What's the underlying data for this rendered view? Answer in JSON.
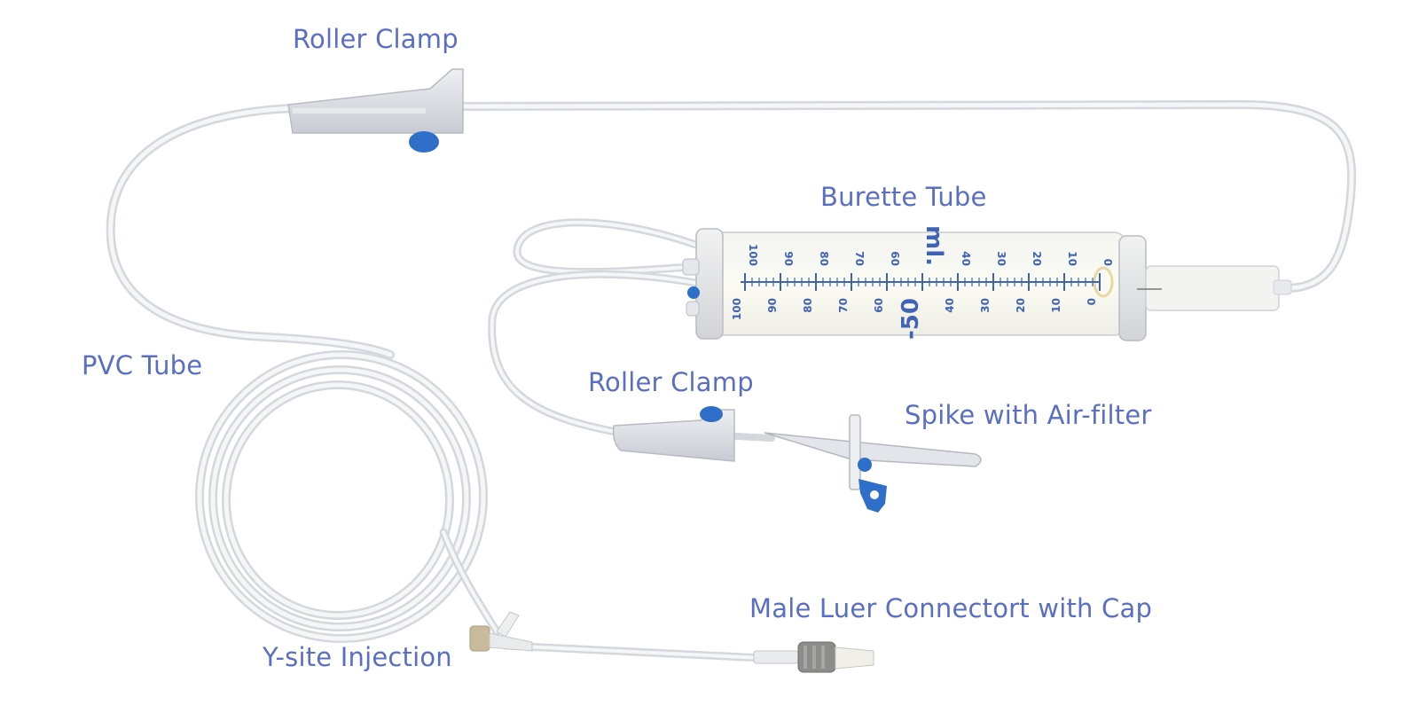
{
  "labels": {
    "roller_clamp_top": "Roller Clamp",
    "burette_tube": "Burette Tube",
    "pvc_tube": "PVC Tube",
    "roller_clamp_mid": "Roller Clamp",
    "spike": "Spike with Air-filter",
    "male_luer": "Male Luer Connectort with Cap",
    "y_site": "Y-site Injection"
  },
  "burette_scale": {
    "top_numbers": [
      "100",
      "90",
      "80",
      "70",
      "60",
      "ml.",
      "40",
      "30",
      "20",
      "10",
      "0"
    ],
    "bottom_numbers": [
      "100",
      "90",
      "80",
      "70",
      "60",
      "-50",
      "40",
      "30",
      "20",
      "10",
      "0"
    ]
  },
  "colors": {
    "label": "#5a6ec4",
    "scale": "#3f63b5",
    "roller_wheel": "#2f6fc9",
    "clamp_body": "#dcdde3"
  }
}
